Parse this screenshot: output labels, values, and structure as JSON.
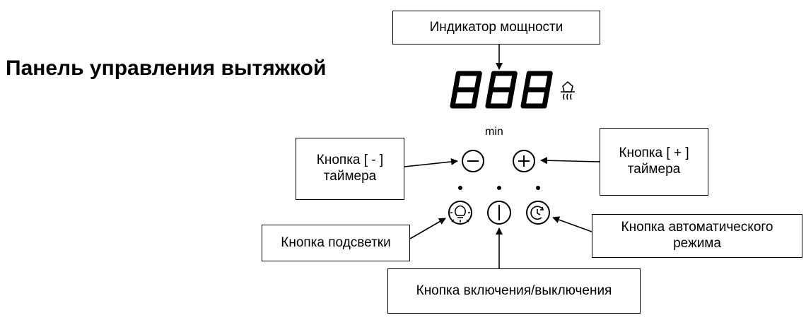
{
  "title": "Панель управления вытяжкой",
  "display": {
    "digits": "888",
    "unit_label": "min",
    "fan_icon": "fan-hood-icon"
  },
  "callouts": {
    "power_indicator": "Индикатор мощности",
    "timer_minus": "Кнопка [ - ]\nтаймера",
    "timer_plus": "Кнопка [ + ]\nтаймера",
    "light_button": "Кнопка подсветки",
    "auto_mode_button": "Кнопка автоматического\nрежима",
    "onoff_button": "Кнопка включения/выключения"
  },
  "icons": {
    "minus": "minus-circle-icon",
    "plus": "plus-circle-icon",
    "light": "lamp-icon",
    "power": "power-icon",
    "auto": "clock-auto-icon"
  }
}
